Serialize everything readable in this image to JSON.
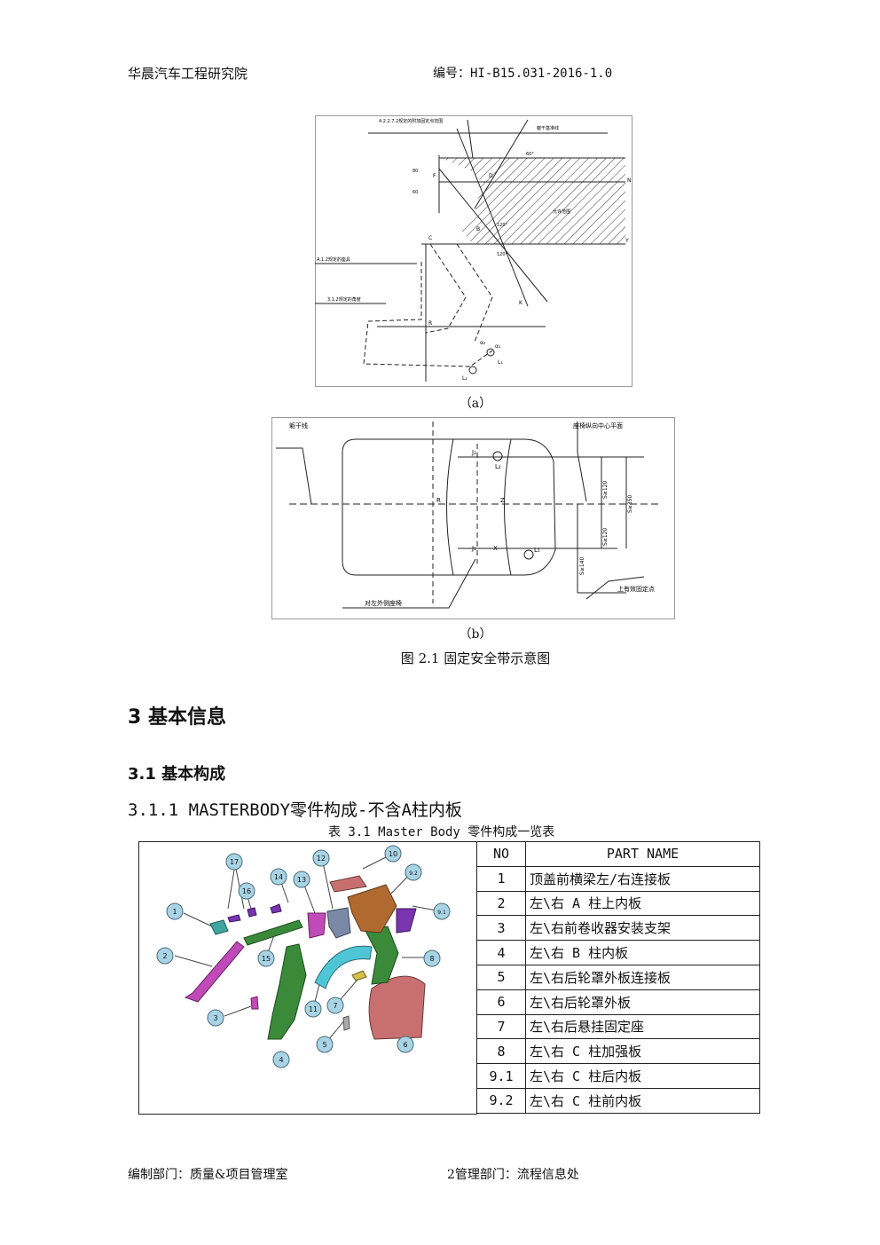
{
  "header": {
    "org": "华晨汽车工程研究院",
    "doc_no": "编号：HI-B15.031-2016-1.0"
  },
  "figure_a": {
    "label_top": "4.2.2.7.2规定的附加固定点范围",
    "label_torso": "躯干基准线",
    "angle_60": "60°",
    "label_region": "允许范围",
    "angle_120a": "120°",
    "angle_120b": "120°",
    "label_a": "A.1.2规定的座具",
    "label_b": "3.1.2规定的角度",
    "pt_F": "F",
    "pt_D": "D",
    "pt_C": "C",
    "pt_B": "B",
    "pt_R": "R",
    "pt_N": "N",
    "pt_Y": "Y",
    "pt_K": "K",
    "dim_80": "80",
    "dim_60": "60",
    "pt_L1": "L₁",
    "pt_L2": "L₂",
    "pt_a1": "α₁",
    "pt_a2": "α₂",
    "caption": "（a）"
  },
  "figure_b": {
    "label_torso": "躯干线",
    "label_plane": "座椅纵向中心平面",
    "label_anchor": "上有效固定点",
    "label_bottom": "对左外侧座椅",
    "pt_J2": "J₂",
    "pt_L2": "L₂",
    "pt_R": "R",
    "pt_Z": "Z",
    "pt_J1": "J₁",
    "pt_X": "X",
    "pt_L1": "L₁",
    "dim_1": "S≥120",
    "dim_2": "S≥350",
    "dim_3": "S≥120",
    "dim_4": "S≥140",
    "caption": "（b）"
  },
  "figure_caption": "图 2.1 固定安全带示意图",
  "section_3": "3 基本信息",
  "section_3_1": "3.1 基本构成",
  "section_3_1_1": "3.1.1 MASTERBODY零件构成-不含A柱内板",
  "table_caption": "表 3.1 Master Body 零件构成一览表",
  "exploded_view": {
    "callouts": [
      "1",
      "2",
      "3",
      "4",
      "5",
      "6",
      "7",
      "8",
      "9.1",
      "9.2",
      "10",
      "11",
      "12",
      "13",
      "14",
      "15",
      "16",
      "17"
    ],
    "colors": {
      "teal": "#3fa7a0",
      "magenta": "#c04bb8",
      "cyan": "#4fc6d6",
      "green": "#3a8a3a",
      "brown": "#b06a30",
      "purple": "#7a34b0",
      "salmon": "#c87070",
      "callout": "#a8d4e6"
    }
  },
  "parts_table": {
    "headers": [
      "NO",
      "PART NAME"
    ],
    "rows": [
      {
        "no": "1",
        "name": "顶盖前横梁左/右连接板"
      },
      {
        "no": "2",
        "name": "左\\右 A 柱上内板"
      },
      {
        "no": "3",
        "name": "左\\右前卷收器安装支架"
      },
      {
        "no": "4",
        "name": "左\\右 B 柱内板"
      },
      {
        "no": "5",
        "name": "左\\右后轮罩外板连接板"
      },
      {
        "no": "6",
        "name": "左\\右后轮罩外板"
      },
      {
        "no": "7",
        "name": "左\\右后悬挂固定座"
      },
      {
        "no": "8",
        "name": "左\\右 C 柱加强板"
      },
      {
        "no": "9.1",
        "name": "左\\右 C 柱后内板"
      },
      {
        "no": "9.2",
        "name": "左\\右 C 柱前内板"
      }
    ]
  },
  "footer": {
    "left": "编制部门：质量&项目管理室",
    "right": "2管理部门：流程信息处"
  }
}
